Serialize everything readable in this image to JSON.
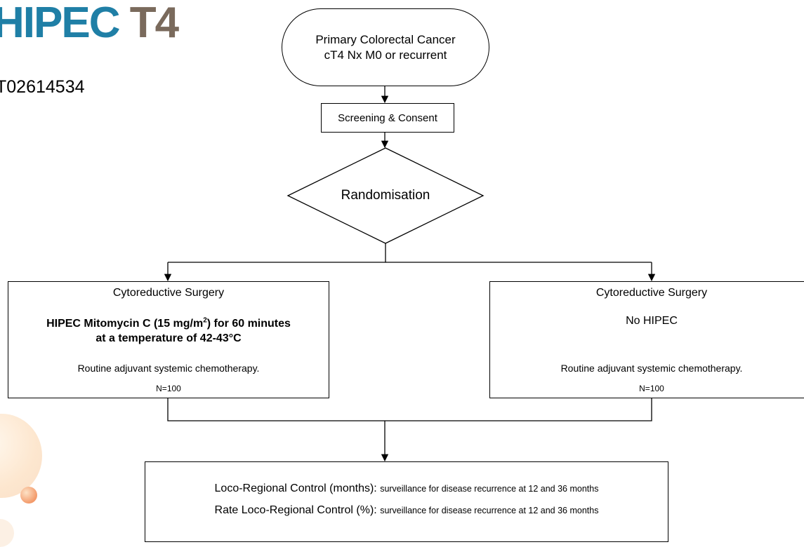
{
  "header": {
    "title_part1": "HIPEC ",
    "title_part2": "T4",
    "trial_id": "T02614534",
    "colors": {
      "title_blue": "#1f7fa6",
      "title_grey": "#7a6a5c"
    }
  },
  "flow": {
    "start": {
      "line1": "Primary Colorectal Cancer",
      "line2": "cT4 Nx M0 or recurrent"
    },
    "screening": "Screening & Consent",
    "decision": "Randomisation",
    "arm_a": {
      "heading": "Cytoreductive Surgery",
      "treatment_pre": "HIPEC Mitomycin C (15 mg/m",
      "treatment_sup": "2",
      "treatment_post": ") for 60 minutes",
      "treatment_line2": "at a temperature of 42-43°C",
      "note": "Routine adjuvant systemic chemotherapy.",
      "n": "N=100"
    },
    "arm_b": {
      "heading": "Cytoreductive Surgery",
      "treatment": "No HIPEC",
      "note": "Routine adjuvant systemic chemotherapy.",
      "n": "N=100"
    },
    "outcomes": [
      {
        "label": "Loco-Regional Control (months): ",
        "detail": "surveillance for disease recurrence at 12 and 36 months"
      },
      {
        "label": "Rate Loco-Regional Control (%): ",
        "detail": "surveillance for disease recurrence at 12 and 36 months"
      }
    ]
  }
}
